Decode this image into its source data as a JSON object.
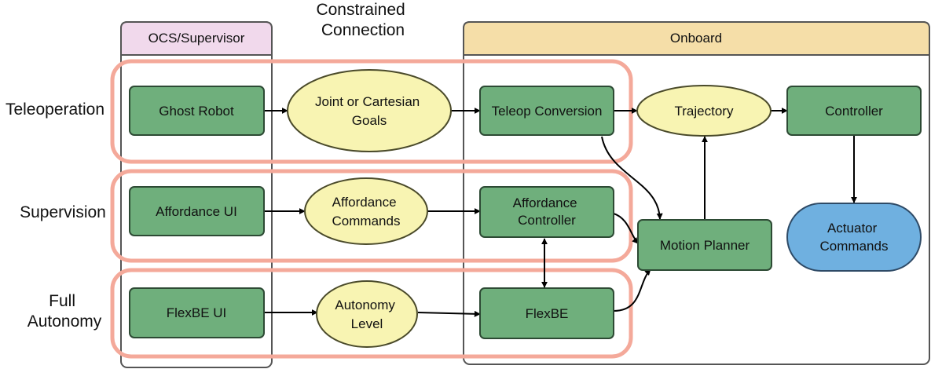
{
  "top_label": [
    "Constrained",
    "Connection"
  ],
  "panels": {
    "ocs": "OCS/Supervisor",
    "onboard": "Onboard"
  },
  "rows": {
    "teleoperation": [
      "Teleoperation"
    ],
    "supervision": [
      "Supervision"
    ],
    "full_autonomy": [
      "Full",
      "Autonomy"
    ]
  },
  "nodes": {
    "ghost_robot": [
      "Ghost Robot"
    ],
    "joint_goals": [
      "Joint or Cartesian",
      "Goals"
    ],
    "teleop_conversion": [
      "Teleop Conversion"
    ],
    "trajectory": [
      "Trajectory"
    ],
    "controller": [
      "Controller"
    ],
    "affordance_ui": [
      "Affordance UI"
    ],
    "affordance_commands": [
      "Affordance",
      "Commands"
    ],
    "affordance_controller": [
      "Affordance",
      "Controller"
    ],
    "motion_planner": [
      "Motion Planner"
    ],
    "actuator_commands": [
      "Actuator",
      "Commands"
    ],
    "flexbe_ui": [
      "FlexBE UI"
    ],
    "autonomy_level": [
      "Autonomy",
      "Level"
    ],
    "flexbe": [
      "FlexBE"
    ]
  },
  "colors": {
    "process_node": "#6faf7c",
    "message_node": "#f8f4b2",
    "output_node": "#6fb0e0",
    "ocs_header": "#f1d9ec",
    "onboard_header": "#f5dea8",
    "mode_band": "#f4a99a"
  }
}
